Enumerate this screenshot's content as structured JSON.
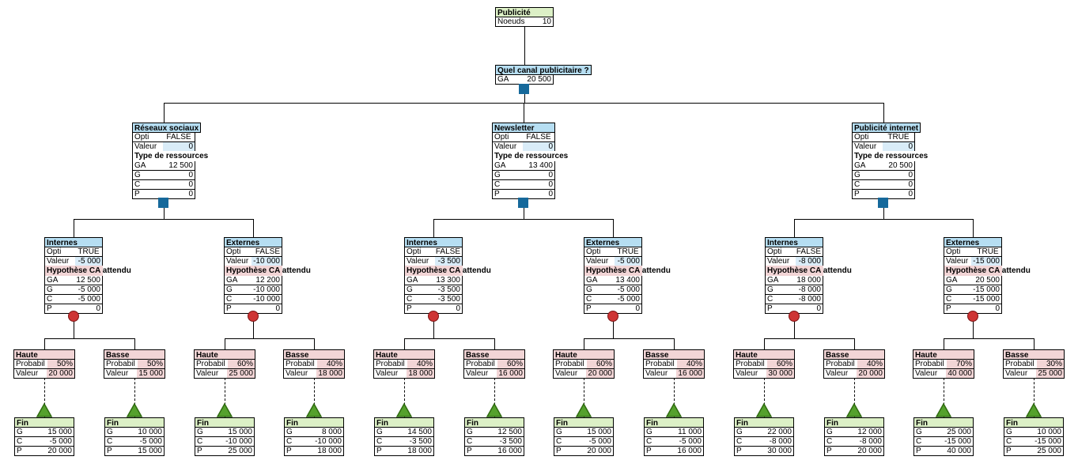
{
  "labels": {
    "opti": "Opti",
    "valeur": "Valeur",
    "probabil": "Probabil",
    "noeuds": "Noeuds",
    "ga": "GA",
    "g": "G",
    "c": "C",
    "p": "P",
    "fin": "Fin",
    "resources": "Type de ressources",
    "hypothese": "Hypothèse CA",
    "hypothese_suffix": " attendu"
  },
  "root": {
    "title": "Publicité",
    "nodes_label": "Noeuds",
    "nodes_value": "10"
  },
  "decision": {
    "title": "Quel canal publicitaire ?",
    "label": "GA",
    "value": "20 500"
  },
  "channels": [
    {
      "name": "Réseaux sociaux",
      "opti": "FALSE",
      "valeur": "0",
      "ga": "12 500",
      "g": "0",
      "c": "0",
      "p": "0"
    },
    {
      "name": "Newsletter",
      "opti": "FALSE",
      "valeur": "0",
      "ga": "13 400",
      "g": "0",
      "c": "0",
      "p": "0"
    },
    {
      "name": "Publicité internet",
      "opti": "TRUE",
      "valeur": "0",
      "ga": "20 500",
      "g": "0",
      "c": "0",
      "p": "0"
    }
  ],
  "resources": [
    {
      "name": "Internes",
      "opti": "TRUE",
      "valeur": "-5 000",
      "ga": "12 500",
      "g": "-5 000",
      "c": "-5 000",
      "p": "0"
    },
    {
      "name": "Externes",
      "opti": "FALSE",
      "valeur": "-10 000",
      "ga": "12 200",
      "g": "-10 000",
      "c": "-10 000",
      "p": "0"
    },
    {
      "name": "Internes",
      "opti": "FALSE",
      "valeur": "-3 500",
      "ga": "13 300",
      "g": "-3 500",
      "c": "-3 500",
      "p": "0"
    },
    {
      "name": "Externes",
      "opti": "TRUE",
      "valeur": "-5 000",
      "ga": "13 400",
      "g": "-5 000",
      "c": "-5 000",
      "p": "0"
    },
    {
      "name": "Internes",
      "opti": "FALSE",
      "valeur": "-8 000",
      "ga": "18 000",
      "g": "-8 000",
      "c": "-8 000",
      "p": "0"
    },
    {
      "name": "Externes",
      "opti": "TRUE",
      "valeur": "-15 000",
      "ga": "20 500",
      "g": "-15 000",
      "c": "-15 000",
      "p": "0"
    }
  ],
  "scenarios": [
    {
      "name": "Haute",
      "probabil": "50%",
      "valeur": "20 000"
    },
    {
      "name": "Basse",
      "probabil": "50%",
      "valeur": "15 000"
    },
    {
      "name": "Haute",
      "probabil": "60%",
      "valeur": "25 000"
    },
    {
      "name": "Basse",
      "probabil": "40%",
      "valeur": "18 000"
    },
    {
      "name": "Haute",
      "probabil": "40%",
      "valeur": "18 000"
    },
    {
      "name": "Basse",
      "probabil": "60%",
      "valeur": "16 000"
    },
    {
      "name": "Haute",
      "probabil": "60%",
      "valeur": "20 000"
    },
    {
      "name": "Basse",
      "probabil": "40%",
      "valeur": "16 000"
    },
    {
      "name": "Haute",
      "probabil": "60%",
      "valeur": "30 000"
    },
    {
      "name": "Basse",
      "probabil": "40%",
      "valeur": "20 000"
    },
    {
      "name": "Haute",
      "probabil": "70%",
      "valeur": "40 000"
    },
    {
      "name": "Basse",
      "probabil": "30%",
      "valeur": "25 000"
    }
  ],
  "endings": [
    {
      "g": "15 000",
      "c": "-5 000",
      "p": "20 000"
    },
    {
      "g": "10 000",
      "c": "-5 000",
      "p": "15 000"
    },
    {
      "g": "15 000",
      "c": "-10 000",
      "p": "25 000"
    },
    {
      "g": "8 000",
      "c": "-10 000",
      "p": "18 000"
    },
    {
      "g": "14 500",
      "c": "-3 500",
      "p": "18 000"
    },
    {
      "g": "12 500",
      "c": "-3 500",
      "p": "16 000"
    },
    {
      "g": "15 000",
      "c": "-5 000",
      "p": "20 000"
    },
    {
      "g": "11 000",
      "c": "-5 000",
      "p": "16 000"
    },
    {
      "g": "22 000",
      "c": "-8 000",
      "p": "30 000"
    },
    {
      "g": "12 000",
      "c": "-8 000",
      "p": "20 000"
    },
    {
      "g": "25 000",
      "c": "-15 000",
      "p": "40 000"
    },
    {
      "g": "10 000",
      "c": "-15 000",
      "p": "25 000"
    }
  ],
  "colors": {
    "header_blue": "#b6def2",
    "header_green": "#dcf0c6",
    "header_pink": "#f2d5d6",
    "cell_light_blue": "#d9ecf8",
    "decision_square": "#16699b",
    "chance_circle": "#ce3434",
    "end_triangle": "#55a12d"
  }
}
